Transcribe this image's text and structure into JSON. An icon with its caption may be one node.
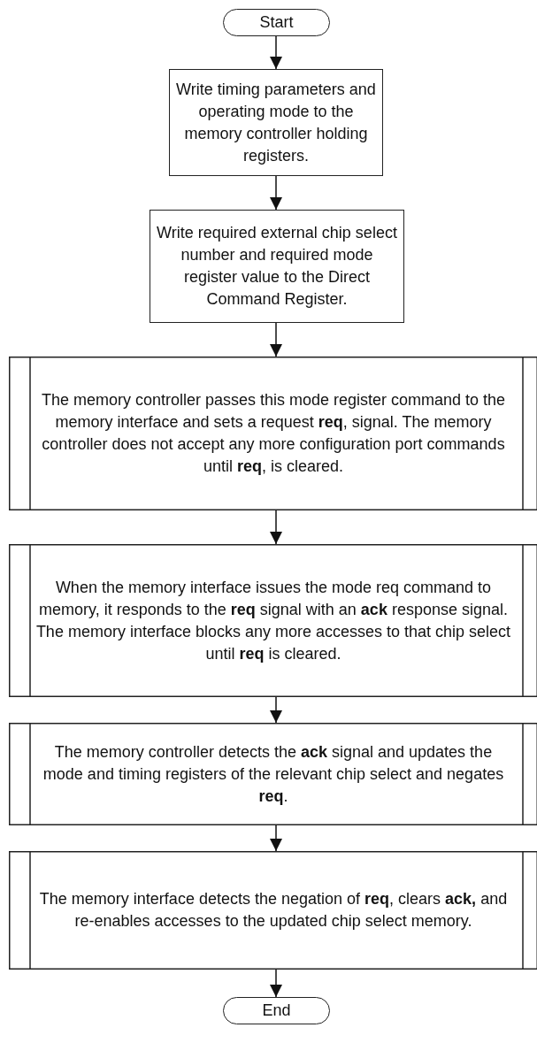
{
  "diagram": {
    "nodes": [
      {
        "text": [
          "Start"
        ]
      },
      {
        "text": [
          "Write timing parameters and operating mode to the memory controller holding registers."
        ]
      },
      {
        "text": [
          "Write required external chip select number and required mode register value to the Direct Command Register."
        ]
      },
      {
        "text": [
          "The memory controller passes this mode register command  to the memory interface and sets a request **req**, signal. The memory controller does not accept any more configuration port commands until **req**, is cleared."
        ]
      },
      {
        "text": [
          "When the memory interface issues the mode req command to memory, it responds to the **req** signal with an **ack** response signal. The memory interface blocks any more accesses to that chip select until **req** is cleared."
        ]
      },
      {
        "text": [
          "The memory controller detects the **ack** signal and updates the mode and timing registers of the relevant chip select and negates **req**."
        ]
      },
      {
        "text": [
          "The memory interface detects the negation of **req**, clears **ack,** and re-enables accesses to the updated chip select memory."
        ]
      },
      {
        "text": [
          "End"
        ]
      }
    ],
    "edges": [
      {
        "from": 0,
        "to": 1,
        "arrow": "to"
      },
      {
        "from": 1,
        "to": 2,
        "arrow": "to"
      },
      {
        "from": 2,
        "to": 3,
        "arrow": "to"
      },
      {
        "from": 3,
        "to": 4,
        "arrow": "to"
      },
      {
        "from": 4,
        "to": 5,
        "arrow": "to"
      },
      {
        "from": 5,
        "to": 6,
        "arrow": "to"
      },
      {
        "from": 6,
        "to": 7,
        "arrow": "to"
      }
    ]
  }
}
